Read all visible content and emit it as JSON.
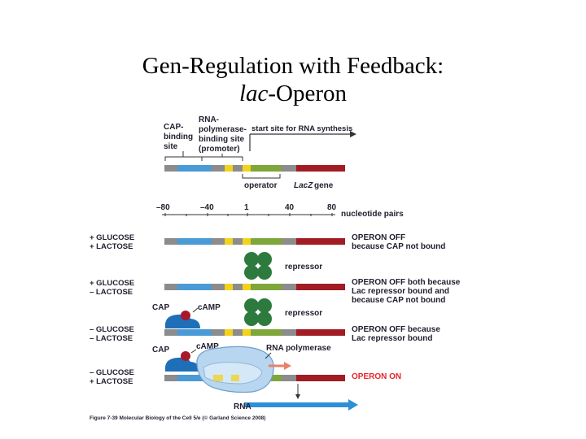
{
  "title": {
    "line1": "Gen-Regulation with Feedback:",
    "line2_italic": "lac",
    "line2_rest": "-Operon"
  },
  "top_labels": {
    "cap_site": [
      "CAP-",
      "binding",
      "site"
    ],
    "rnap_site": [
      "RNA-",
      "polymerase-",
      "binding site",
      "(promoter)"
    ],
    "start_site": "start site for RNA synthesis",
    "operator": "operator",
    "gene_italic": "LacZ",
    "gene_rest": " gene"
  },
  "scale": {
    "ticks": [
      "–80",
      "–40",
      "1",
      "40",
      "80"
    ],
    "unit": "nucleotide pairs"
  },
  "conditions": [
    {
      "sugar1": "+ GLUCOSE",
      "sugar2": "+ LACTOSE",
      "status": [
        "OPERON OFF",
        "because CAP not bound"
      ]
    },
    {
      "sugar1": "+ GLUCOSE",
      "sugar2": "– LACTOSE",
      "status": [
        "OPERON OFF both because",
        "Lac repressor bound and",
        "because CAP not bound"
      ]
    },
    {
      "sugar1": "– GLUCOSE",
      "sugar2": "– LACTOSE",
      "status": [
        "OPERON OFF because",
        "Lac repressor bound"
      ]
    },
    {
      "sugar1": "– GLUCOSE",
      "sugar2": "+ LACTOSE",
      "status": [
        "OPERON ON"
      ]
    }
  ],
  "molecule_labels": {
    "repressor": "repressor",
    "cap": "CAP",
    "camp": "cAMP",
    "rna_polymerase": "RNA polymerase",
    "rna": "RNA"
  },
  "caption": "Figure 7-39 Molecular Biology of the Cell 5/e (© Garland Science 2008)",
  "colors": {
    "dna_blue": "#4a9ad6",
    "dna_yellow": "#f2d21b",
    "dna_green": "#7ea63a",
    "dna_gray": "#8c8c8c",
    "dna_red": "#a11c23",
    "repressor": "#2c7a3e",
    "cap": "#1f6fb8",
    "camp": "#a8182a",
    "polymerase": "#b8d6ef",
    "rna": "#2d8fd6",
    "on_text": "#e8242a"
  }
}
